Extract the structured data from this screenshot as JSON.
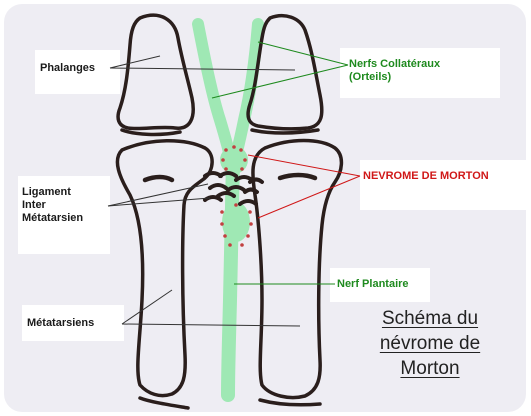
{
  "labels": {
    "phalanges": "Phalanges",
    "nerfs_collateraux_1": "Nerfs Collatéraux",
    "nerfs_collateraux_2": "(Orteils)",
    "nevrome": "NEVROME DE MORTON",
    "ligament_1": "Ligament",
    "ligament_2": "Inter",
    "ligament_3": "Métatarsien",
    "nerf_plantaire": "Nerf Plantaire",
    "metatarsiens": "Métatarsiens"
  },
  "title": {
    "line1": "Schéma du",
    "line2": "névrome de",
    "line3": "Morton"
  },
  "colors": {
    "background": "#eeedf3",
    "bone_outline": "#2a1e1c",
    "nerf": "#9fe8b4",
    "nevrome_dots": "#c24040",
    "label_green": "#1e8a1e",
    "label_red": "#d01818",
    "leader_green": "#1e8a1e",
    "leader_red": "#d01818",
    "leader_dark": "#333333"
  }
}
